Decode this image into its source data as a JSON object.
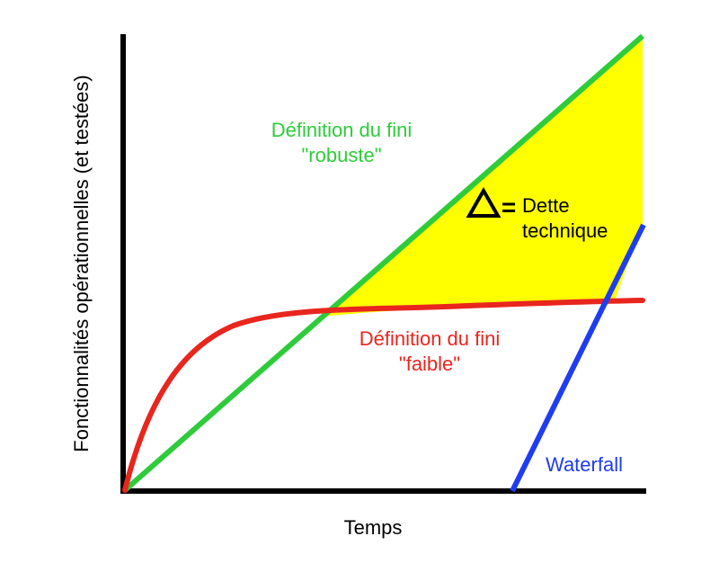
{
  "diagram": {
    "y_axis_label": "Fonctionnalités opérationnelles (et testées)",
    "x_axis_label": "Temps",
    "robust_label_line1": "Définition du fini",
    "robust_label_line2": "\"robuste\"",
    "weak_label_line1": "Définition du fini",
    "weak_label_line2": "\"faible\"",
    "debt_symbol": "=",
    "debt_label_line1": "Dette",
    "debt_label_line2": "technique",
    "waterfall_label": "Waterfall",
    "icons": {
      "delta": "delta-triangle-icon"
    }
  },
  "colors": {
    "axis": "#000000",
    "robust": "#2ECC3A",
    "weak": "#E8261E",
    "waterfall": "#1F3DF0",
    "debt_fill": "#FFFF00",
    "text": "#000000"
  }
}
